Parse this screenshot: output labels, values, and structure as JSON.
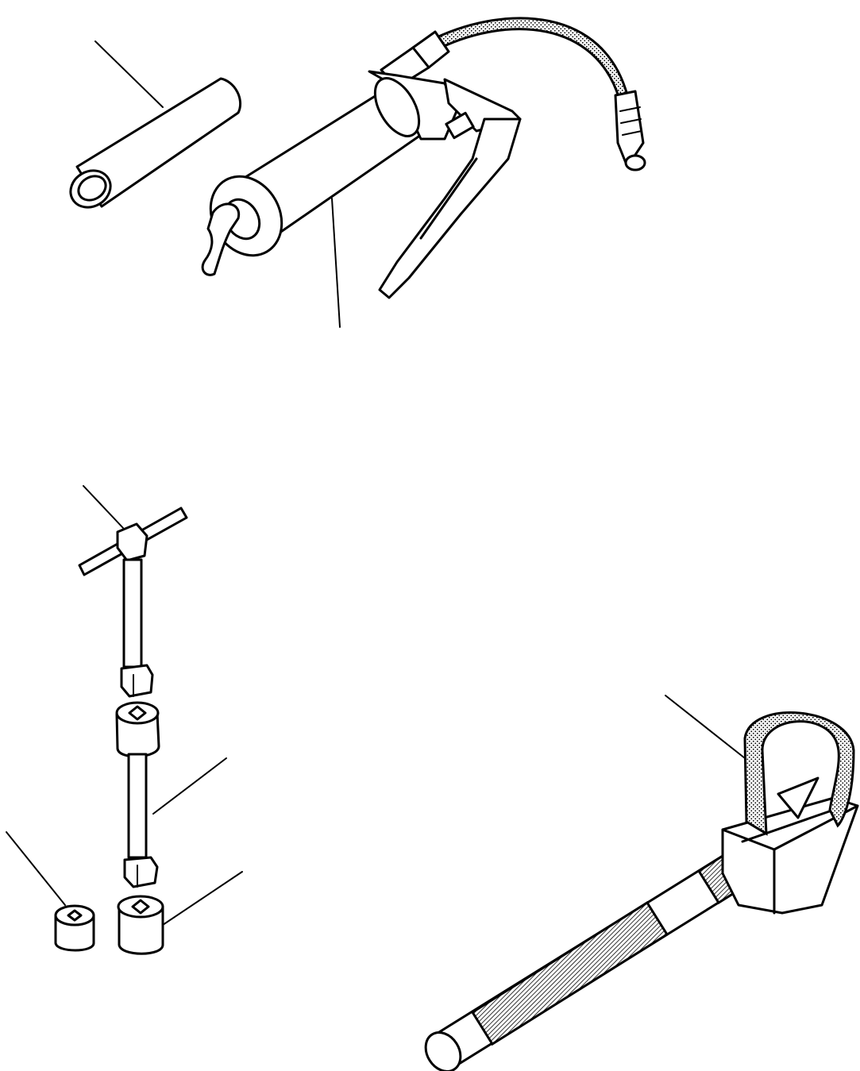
{
  "figure": {
    "background": "#ffffff",
    "ink_color": "#000000",
    "parts": [
      {
        "key": "pipe",
        "label": ""
      },
      {
        "key": "grease-gun",
        "label": ""
      },
      {
        "key": "t-handle-wrench",
        "label": ""
      },
      {
        "key": "extension-bar",
        "label": ""
      },
      {
        "key": "small-socket",
        "label": ""
      },
      {
        "key": "large-socket",
        "label": ""
      },
      {
        "key": "sling-puller",
        "label": ""
      }
    ]
  }
}
